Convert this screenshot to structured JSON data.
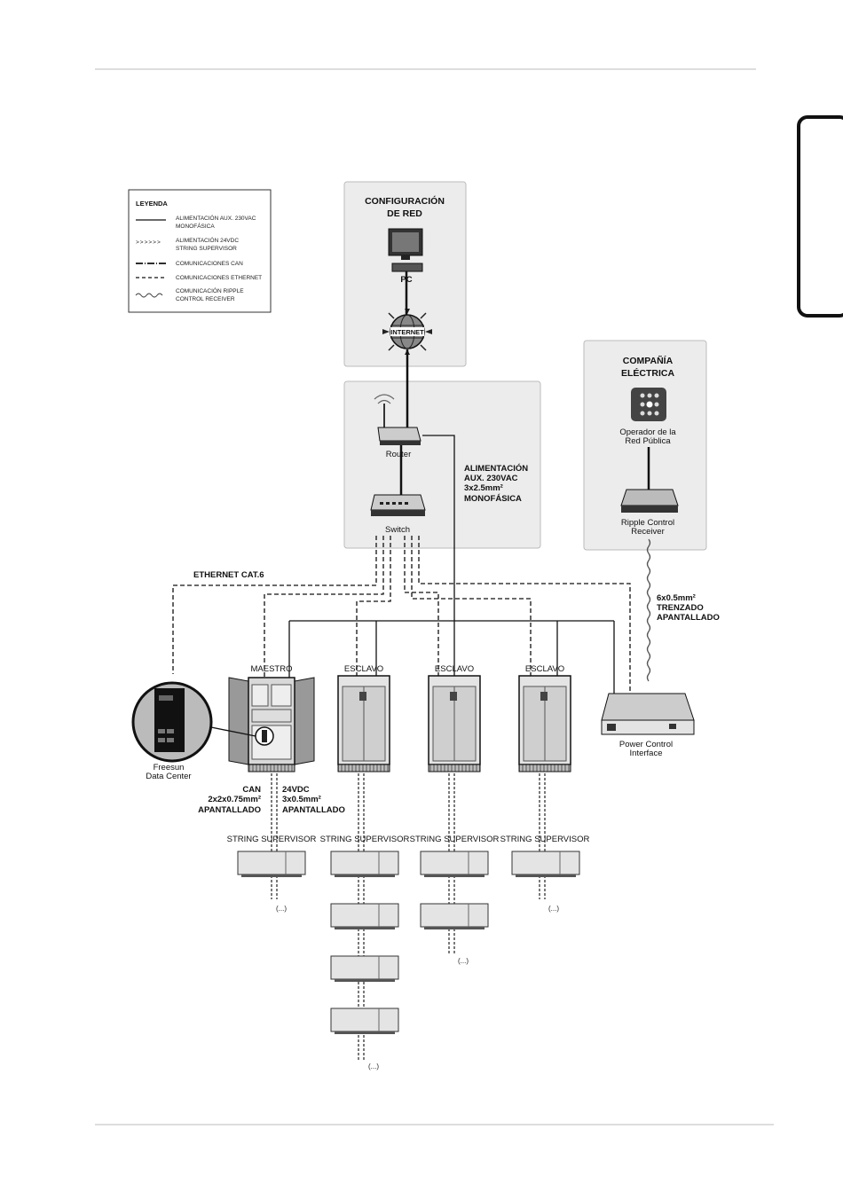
{
  "legend": {
    "title": "LEYENDA",
    "items": [
      {
        "line1": "ALIMENTACIÓN AUX. 230VAC",
        "line2": "MONOFÁSICA"
      },
      {
        "line1": "ALIMENTACIÓN 24VDC",
        "line2": "STRING SUPERVISOR"
      },
      {
        "line1": "COMUNICACIONES CAN",
        "line2": ""
      },
      {
        "line1": "COMUNICACIONES ETHERNET",
        "line2": ""
      },
      {
        "line1": "COMUNICACIÓN RIPPLE",
        "line2": "CONTROL RECEIVER"
      }
    ]
  },
  "network_config": {
    "title_line1": "CONFIGURACIÓN",
    "title_line2": "DE RED",
    "pc_label": "PC",
    "internet_label": "INTERNET"
  },
  "company": {
    "title_line1": "COMPAÑÍA",
    "title_line2": "ELÉCTRICA",
    "operator_line1": "Operador de la",
    "operator_line2": "Red Pública",
    "receiver_line1": "Ripple Control",
    "receiver_line2": "Receiver"
  },
  "network_box": {
    "router_label": "Router",
    "switch_label": "Switch"
  },
  "aux_power": {
    "line1": "ALIMENTACIÓN",
    "line2": "AUX. 230VAC",
    "line3": "3x2.5mm²",
    "line4": "MONOFÁSICA"
  },
  "ethernet_label": "ETHERNET CAT.6",
  "cable_label": {
    "line1": "6x0.5mm²",
    "line2": "TRENZADO",
    "line3": "APANTALLADO"
  },
  "inverters": {
    "master": "MAESTRO",
    "slave1": "ESCLAVO",
    "slave2": "ESCLAVO",
    "slave3": "ESCLAVO"
  },
  "data_center": {
    "line1": "Freesun",
    "line2": "Data Center"
  },
  "power_interface": {
    "line1": "Power Control",
    "line2": "Interface"
  },
  "can_label": {
    "line1": "CAN",
    "line2": "2x2x0.75mm²",
    "line3": "APANTALLADO"
  },
  "vdc_label": {
    "line1": "24VDC",
    "line2": "3x0.5mm²",
    "line3": "APANTALLADO"
  },
  "string_supervisor": {
    "label": "STRING SUPERVISOR",
    "ellipsis": "(...)"
  }
}
